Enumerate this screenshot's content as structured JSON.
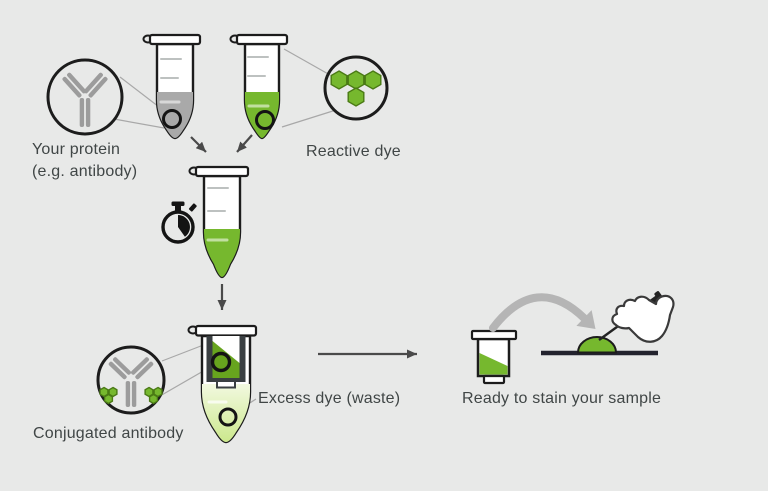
{
  "labels": {
    "your_protein_line1": "Your protein",
    "your_protein_line2": "(e.g. antibody)",
    "reactive_dye": "Reactive dye",
    "conjugated_antibody": "Conjugated antibody",
    "excess_dye_waste": "Excess dye (waste)",
    "ready_to_stain": "Ready to stain your sample"
  },
  "icons": {
    "antibody_icon": "Y-shaped antibody inside circle",
    "reactive_dye_icon": "four green hexagons inside circle",
    "stopwatch_icon": "stopwatch with filled elapsed sector",
    "conjugated_antibody_icon": "antibody with green dye hexagons inside circle",
    "pipette_hand_icon": "gloved hand holding pipette",
    "tube_icon": "microcentrifuge tube",
    "spin_column_icon": "spin column"
  },
  "colors": {
    "background": "#e8e9e8",
    "green": "#76b82e",
    "dark_green": "#67a41e",
    "pale_green_top": "#f2f9e0",
    "pale_green_bottom": "#cbe88a",
    "gray_liquid": "#a9a9a9",
    "outline": "#1c1c1c",
    "text": "#404646",
    "arrow": "#4a4a4a",
    "curved_arrow": "#b5b5b5",
    "antibody_gray": "#9c9c9c",
    "column_wall": "#3a3f42",
    "connector": "#a8a8a8",
    "hex_outline": "#4a7a15"
  }
}
